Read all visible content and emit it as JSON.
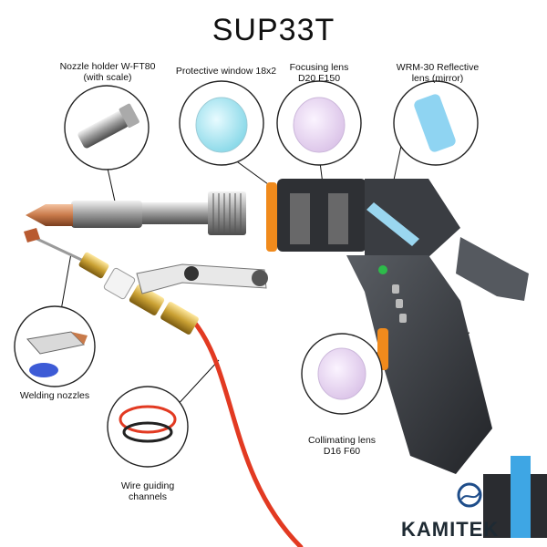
{
  "title": "SUP33T",
  "labels": {
    "nozzle_holder": [
      "Nozzle holder W-FT80",
      "(with scale)"
    ],
    "protective_window": [
      "Protective window 18x2"
    ],
    "focusing_lens": [
      "Focusing lens",
      "D20 F150"
    ],
    "reflective_lens": [
      "WRM-30 Reflective",
      "lens (mirror)"
    ],
    "welding_nozzles": [
      "Welding nozzles"
    ],
    "wire_guiding": [
      "Wire guiding",
      "channels"
    ],
    "collimating_lens": [
      "Collimating lens",
      "D16 F60"
    ]
  },
  "brand": "KAMITEK",
  "colors": {
    "copper": "#c87a4a",
    "orange": "#f08a1c",
    "body": "#3a3d42",
    "hose": "#e23a22",
    "lens_cyan": "#9fe3ef",
    "lens_pink": "#e8d6f0",
    "mirror_blue": "#8fd4f2"
  }
}
